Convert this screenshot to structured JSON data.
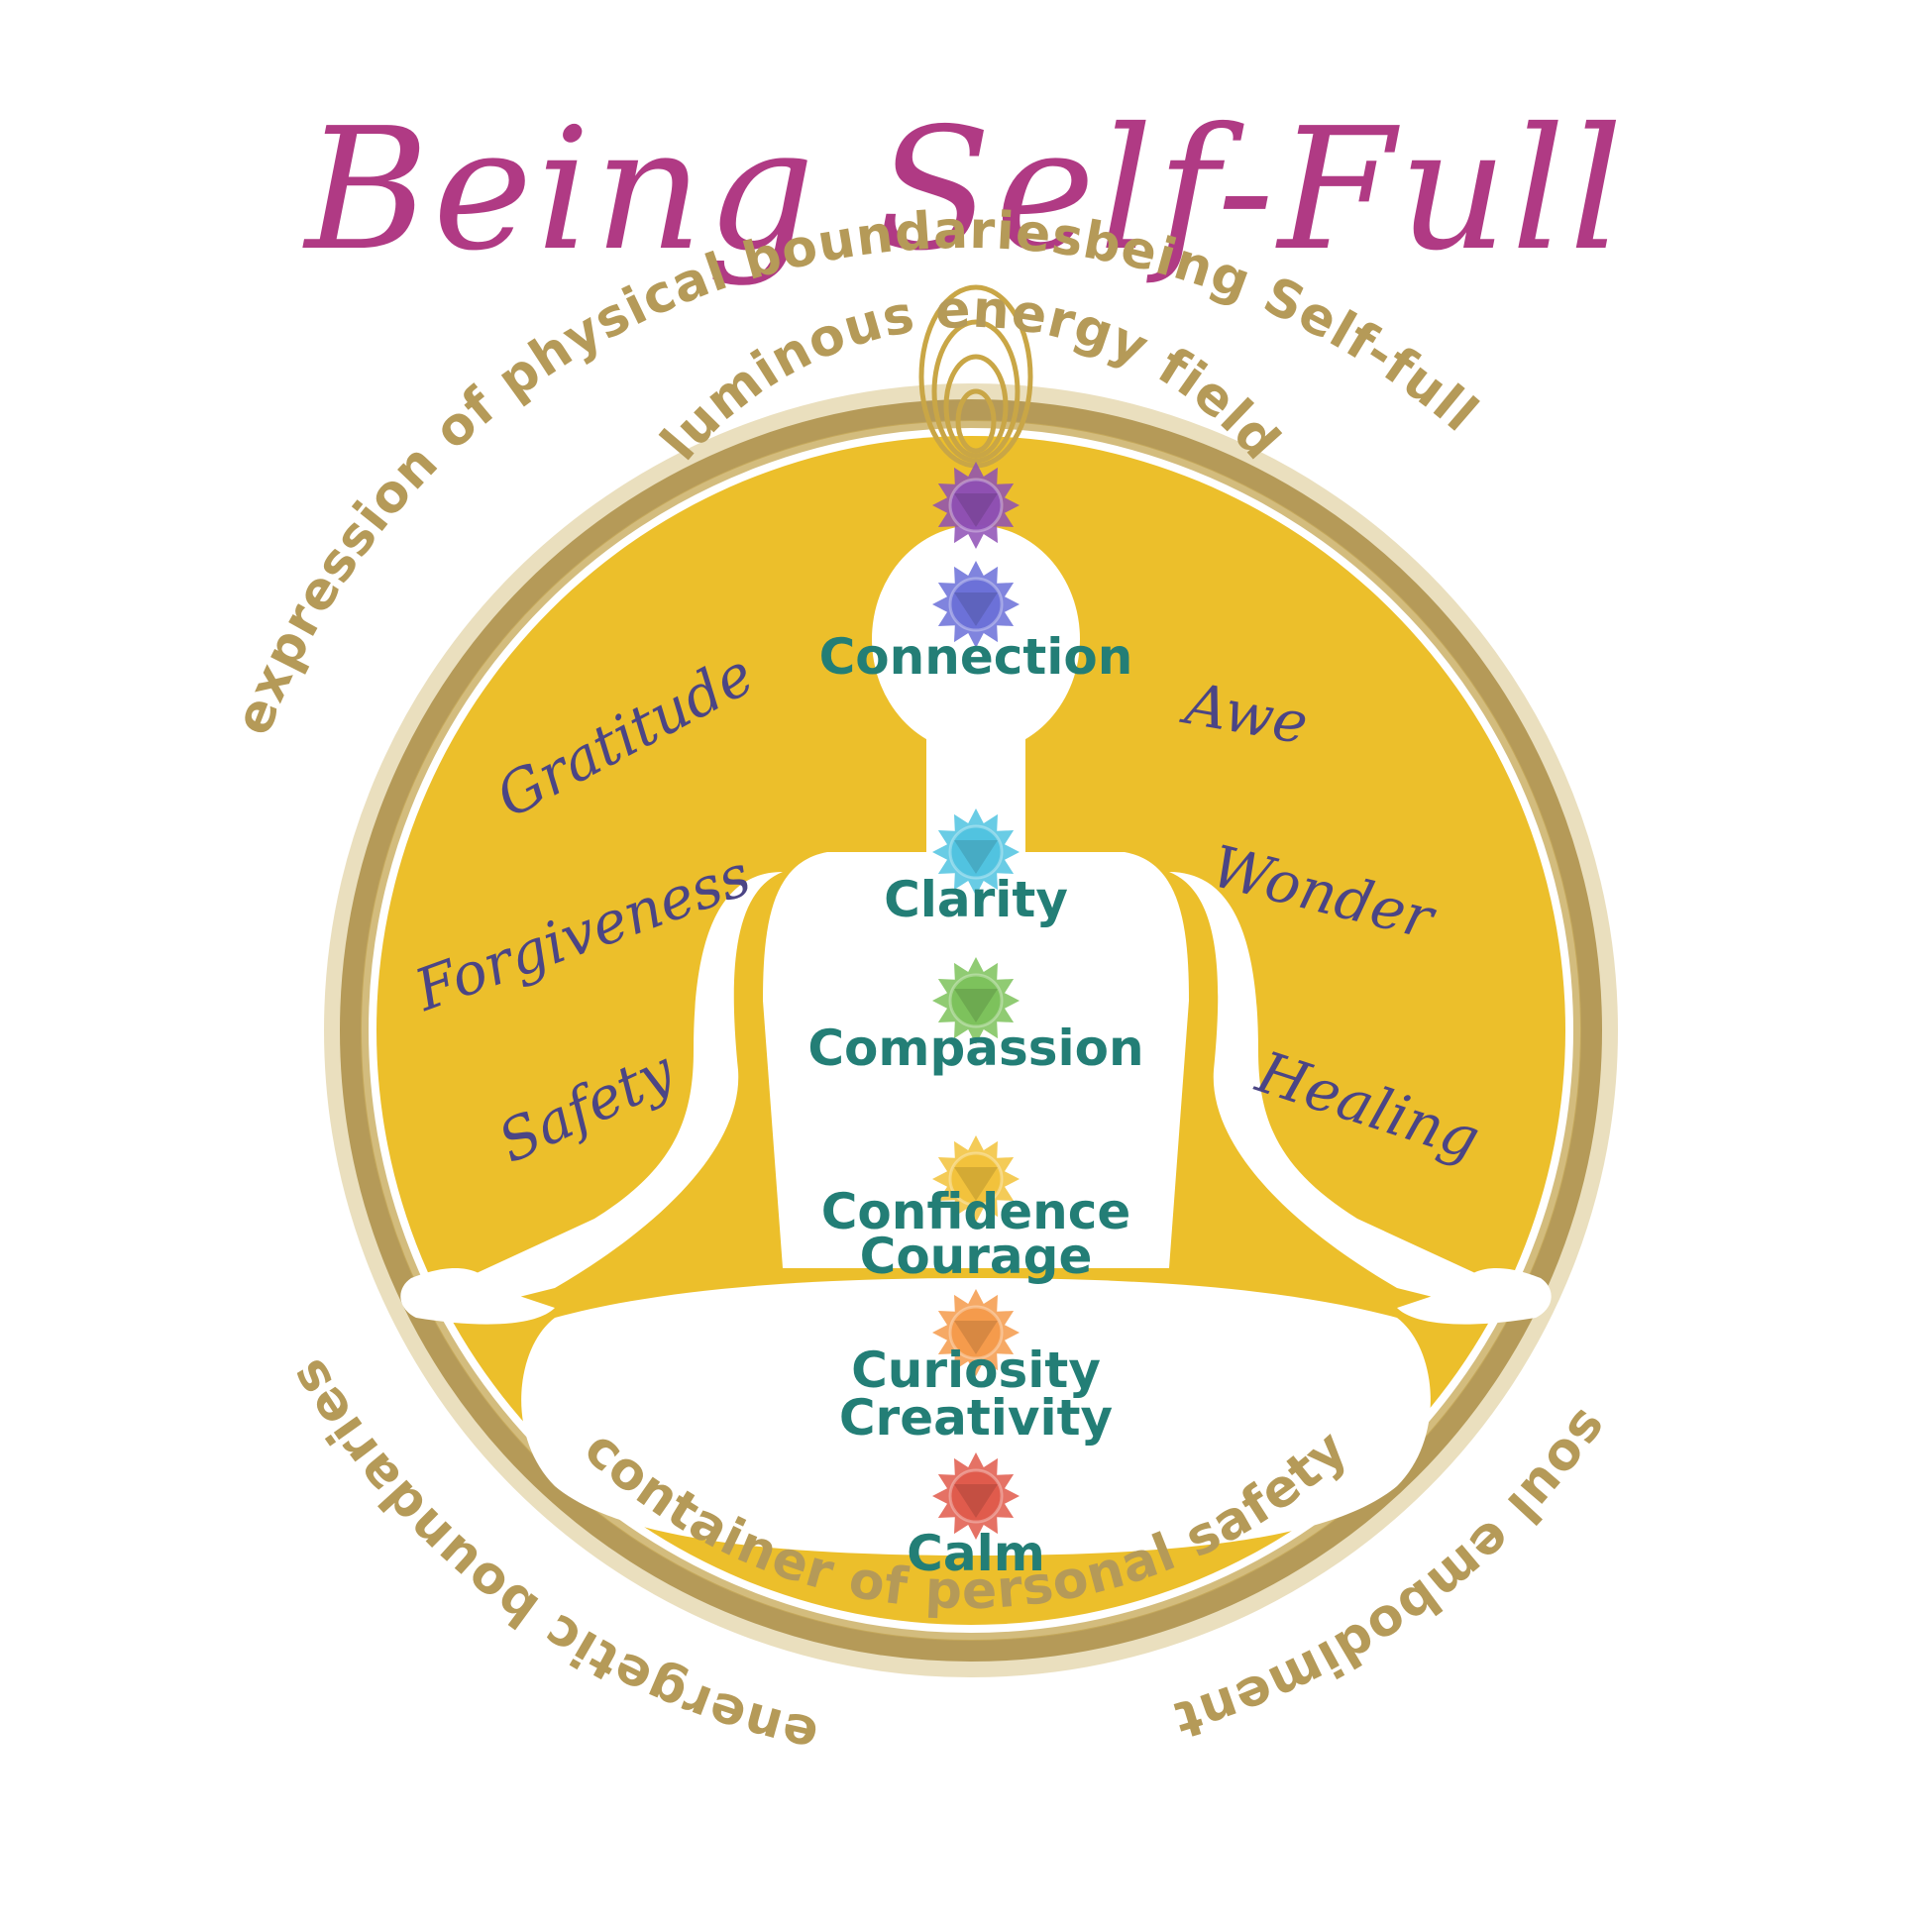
{
  "title": "Being Self-Full",
  "colors": {
    "title": "#b03a84",
    "circle_fill": "#ecbf2b",
    "ring_gold": "#b59a58",
    "label_teal": "#237e76",
    "script_ink": "#4b4585",
    "silhouette": "#ffffff"
  },
  "ring_labels": [
    "luminous energy field",
    "expression of physical boundaries",
    "being Self-full",
    "container of personal safety",
    "soul embodiment",
    "energetic boundaries"
  ],
  "chakras": [
    {
      "icon": "crown-chakra-icon",
      "color": "#8e4fb5",
      "label": ""
    },
    {
      "icon": "third-eye-chakra-icon",
      "color": "#6a6fd8",
      "label": "Connection"
    },
    {
      "icon": "throat-chakra-icon",
      "color": "#4fc3e0",
      "label": "Clarity"
    },
    {
      "icon": "heart-chakra-icon",
      "color": "#7cc25a",
      "label": "Compassion"
    },
    {
      "icon": "solar-plexus-chakra-icon",
      "color": "#f2c23a",
      "label": "Confidence",
      "label2": "Courage"
    },
    {
      "icon": "sacral-chakra-icon",
      "color": "#f59a4a",
      "label": "Curiosity",
      "label2": "Creativity"
    },
    {
      "icon": "root-chakra-icon",
      "color": "#e0594a",
      "label": "Calm"
    }
  ],
  "script_words": {
    "left": [
      "Gratitude",
      "Forgiveness",
      "Safety"
    ],
    "right": [
      "Awe",
      "Wonder",
      "Healing"
    ]
  }
}
